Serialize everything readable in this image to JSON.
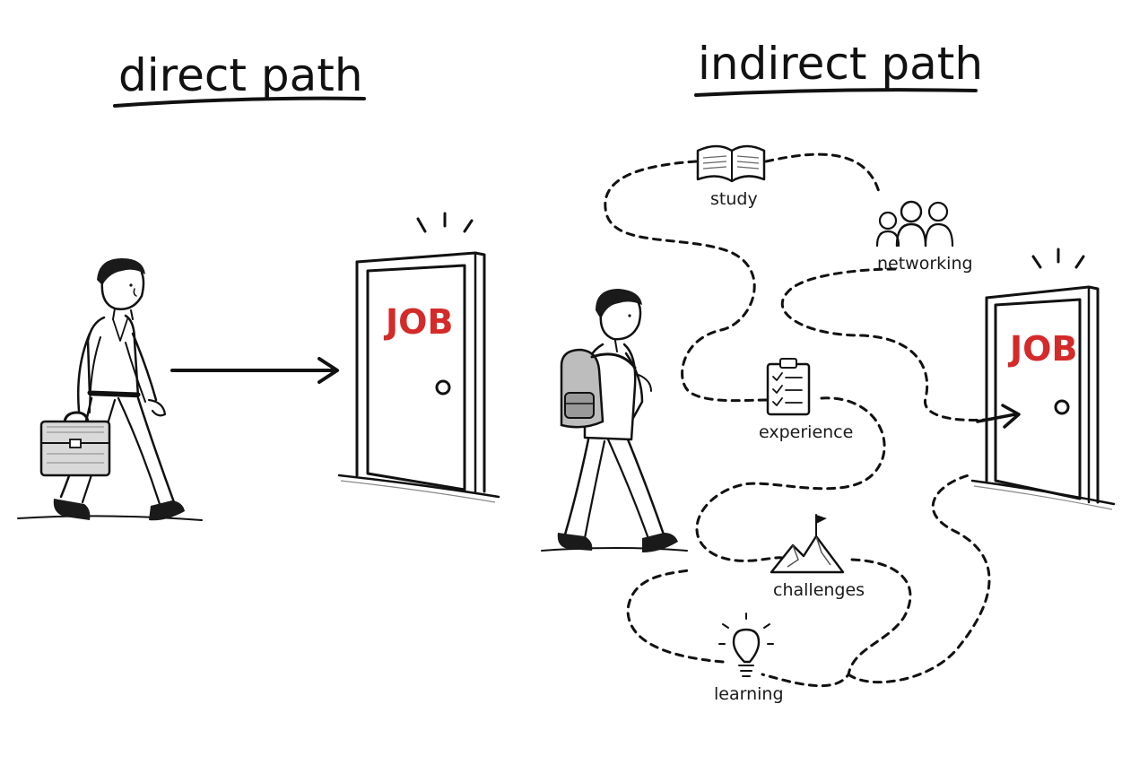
{
  "titles": {
    "direct": "direct path",
    "indirect": "indirect path"
  },
  "doors": {
    "left_label": "JOB",
    "right_label": "JOB"
  },
  "milestones": [
    {
      "label": "study",
      "icon": "open-book-icon"
    },
    {
      "label": "networking",
      "icon": "people-group-icon"
    },
    {
      "label": "experience",
      "icon": "clipboard-checklist-icon"
    },
    {
      "label": "challenges",
      "icon": "mountain-flag-icon"
    },
    {
      "label": "learning",
      "icon": "lightbulb-icon"
    }
  ],
  "colors": {
    "ink": "#111111",
    "job_text": "#d42a2a",
    "background": "#ffffff"
  }
}
